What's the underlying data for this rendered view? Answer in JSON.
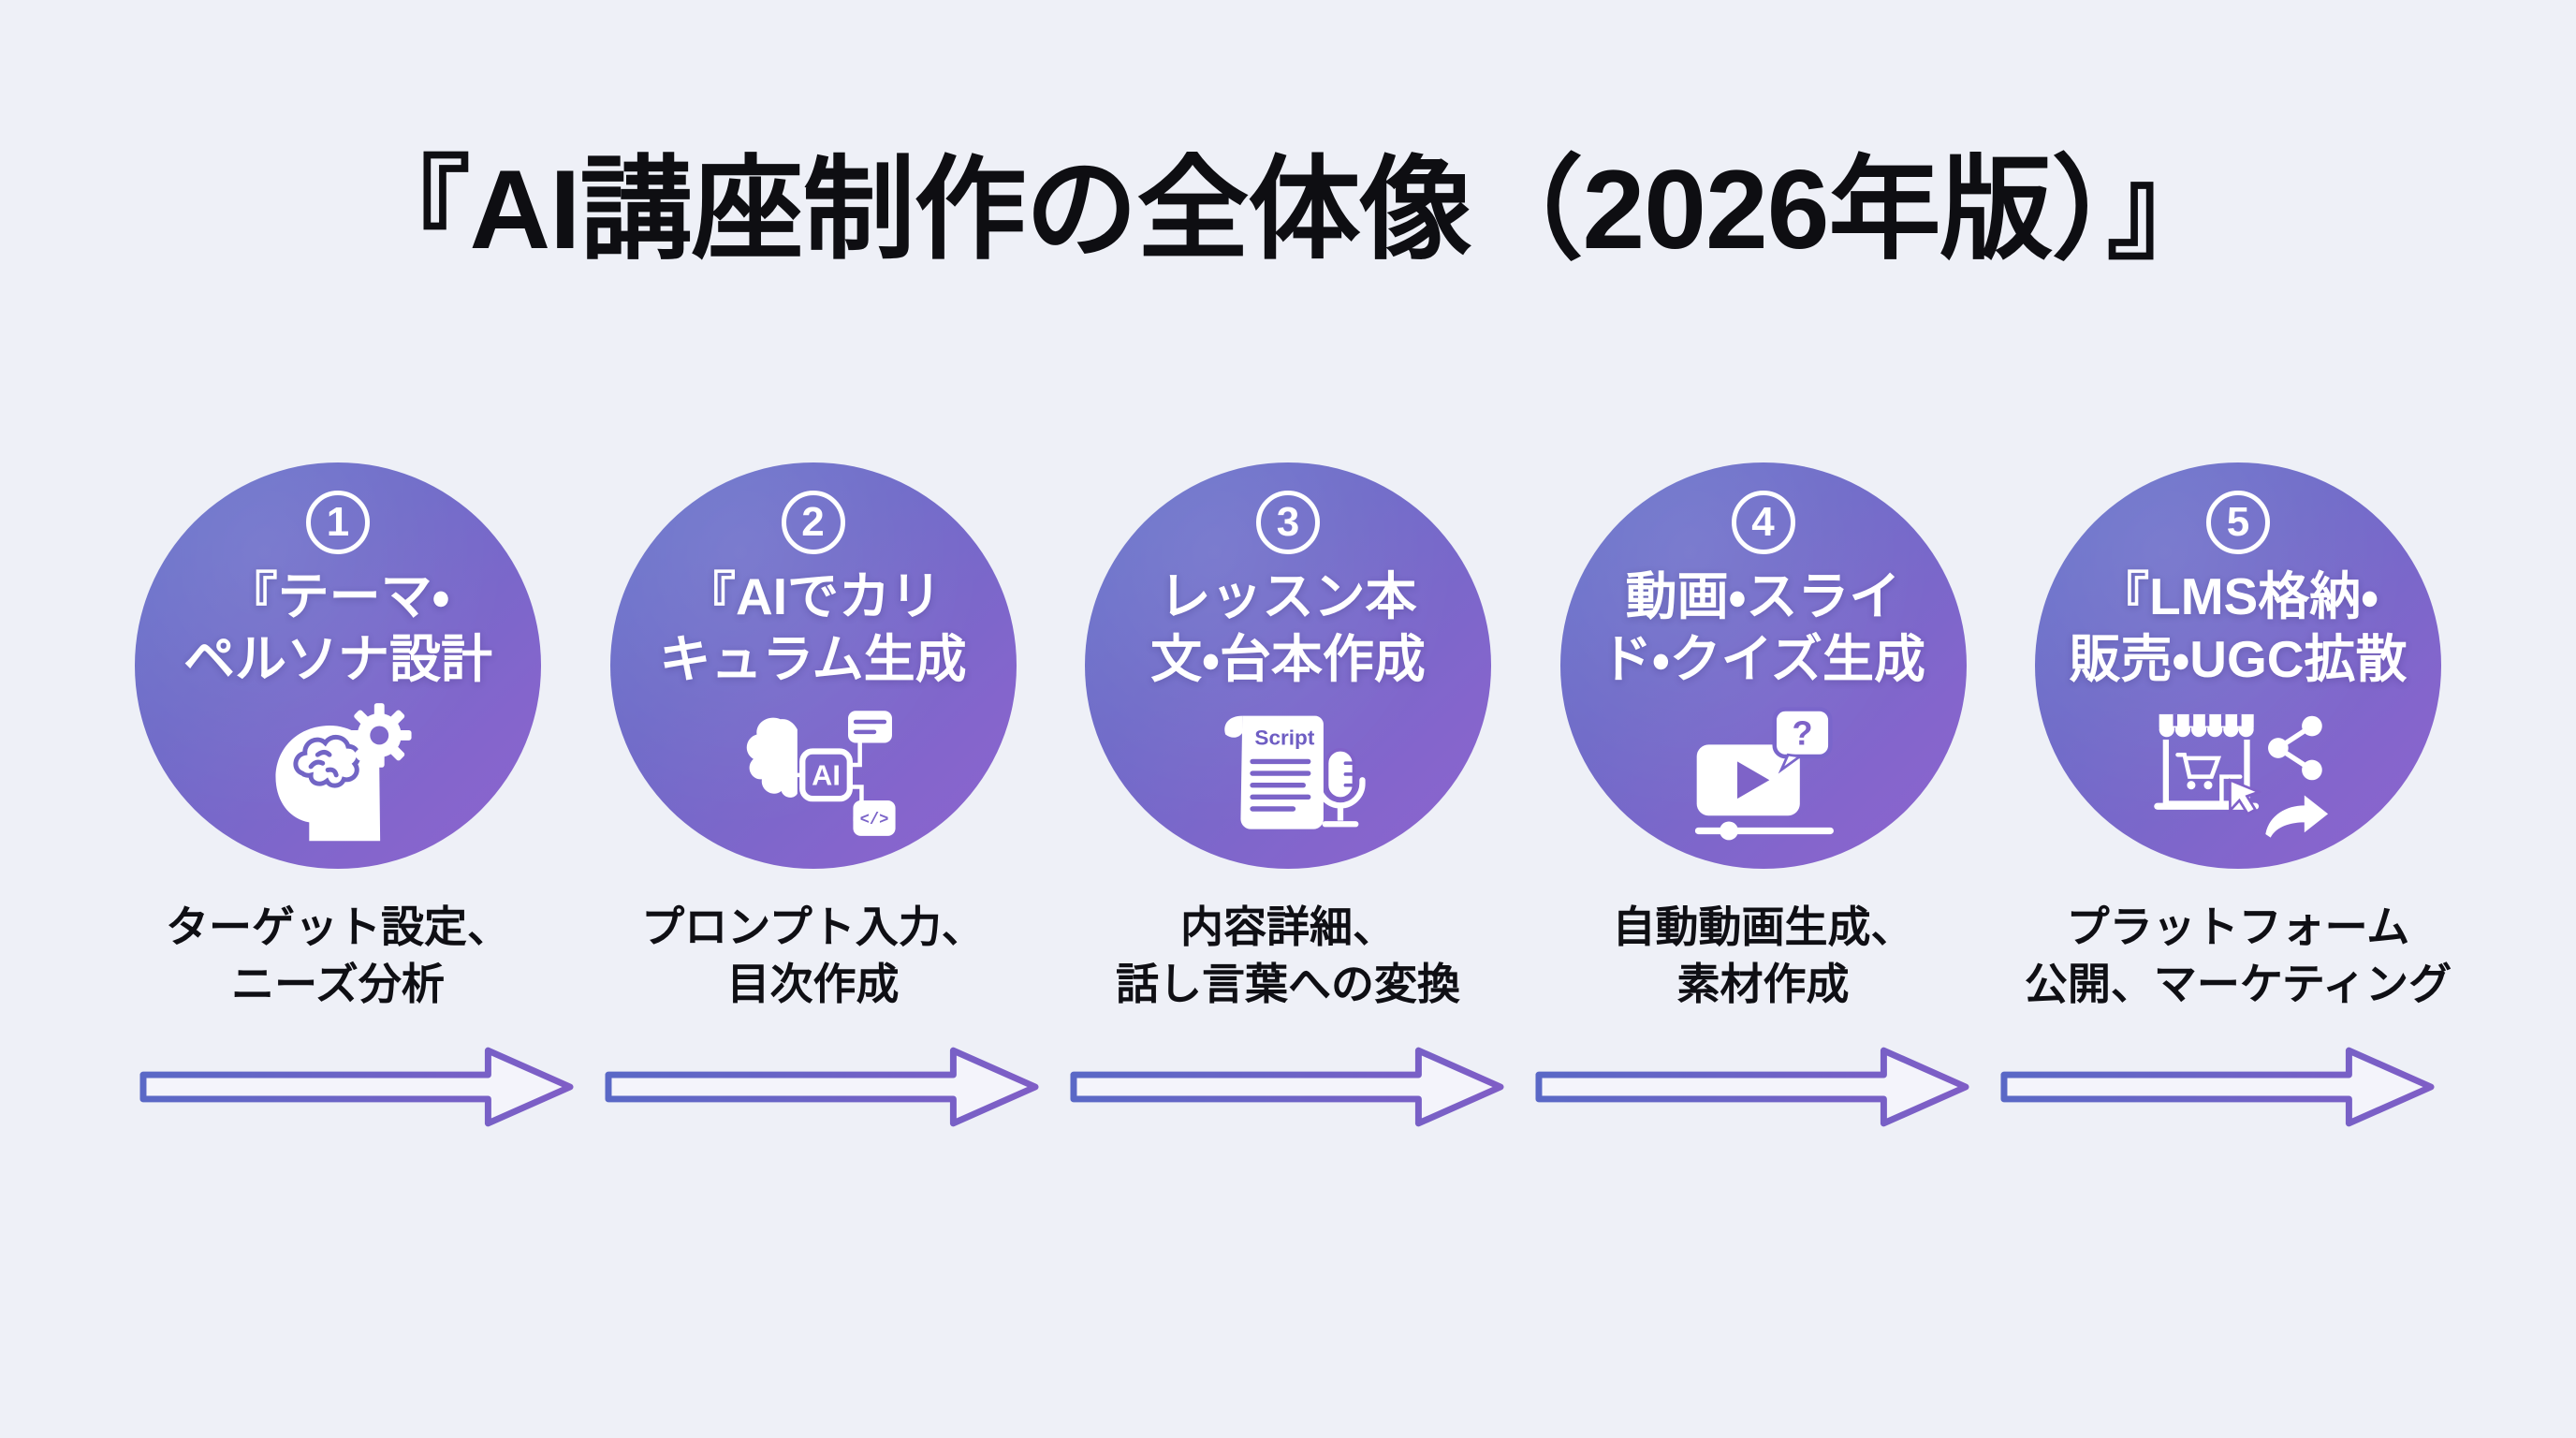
{
  "title": "『AI講座制作の全体像（2026年版）』",
  "steps": [
    {
      "number": "1",
      "label_line1": "『テーマ・",
      "label_line2": "ペルソナ設計",
      "icon": "head-brain-gear-icon",
      "description_line1": "ターゲット設定、",
      "description_line2": "ニーズ分析"
    },
    {
      "number": "2",
      "label_line1": "『AIでカリ",
      "label_line2": "キュラム生成",
      "icon": "ai-brain-workflow-icon",
      "description_line1": "プロンプト入力、",
      "description_line2": "目次作成"
    },
    {
      "number": "3",
      "label_line1": "レッスン本",
      "label_line2": "文・台本作成",
      "icon": "script-microphone-icon",
      "description_line1": "内容詳細、",
      "description_line2": "話し言葉への変換"
    },
    {
      "number": "4",
      "label_line1": "動画・スライ",
      "label_line2": "ド・クイズ生成",
      "icon": "video-player-quiz-icon",
      "description_line1": "自動動画生成、",
      "description_line2": "素材作成"
    },
    {
      "number": "5",
      "label_line1": "『LMS格納・",
      "label_line2": "販売・UGC拡散",
      "icon": "storefront-share-icon",
      "description_line1": "プラットフォーム",
      "description_line2": "公開、マーケティング"
    }
  ],
  "icon_text": {
    "ai": "AI",
    "code": "</>",
    "script": "Script",
    "question": "?"
  },
  "flow": {
    "arrow_count": 5,
    "direction": "left-to-right"
  },
  "colors": {
    "background": "#eef0f7",
    "circle_gradient_top_left": "#6673ca",
    "circle_gradient_bottom_right": "#8d64cf",
    "arrow_stroke_left": "#5a68c6",
    "arrow_stroke_right": "#7f5ec6",
    "arrow_fill": "#f4f4fb",
    "title_text": "#0e0e12",
    "description_text": "#0f0f14",
    "circle_text": "#ffffff"
  }
}
